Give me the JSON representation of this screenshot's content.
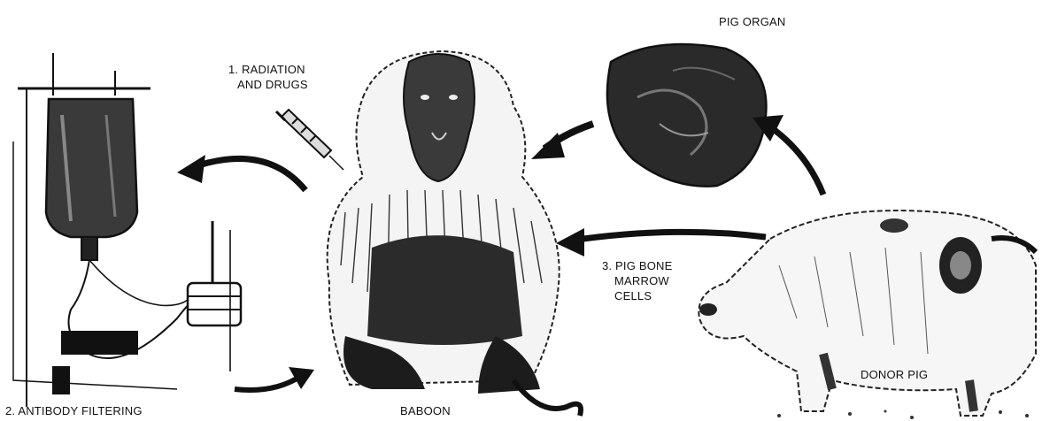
{
  "labels": {
    "step1": [
      "1. RADIATION",
      "AND DRUGS"
    ],
    "step2": "2. ANTIBODY FILTERING",
    "step3": [
      "3. PIG BONE",
      "MARROW",
      "CELLS"
    ],
    "pig_organ": "PIG ORGAN",
    "baboon": "BABOON",
    "donor_pig": "DONOR PIG"
  },
  "colors": {
    "ink": "#111111",
    "shade": "#2b2b2b",
    "paper": "#ffffff"
  }
}
